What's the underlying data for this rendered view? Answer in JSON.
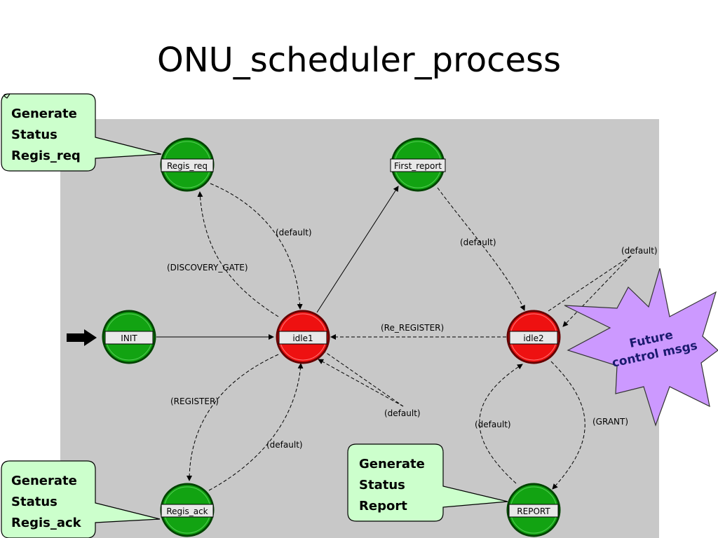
{
  "title": "ONU_scheduler_process",
  "states": {
    "regis_req": "Regis_req",
    "first_report": "First_report",
    "init": "INIT",
    "idle1": "idle1",
    "idle2": "idle2",
    "regis_ack": "Regis_ack",
    "report": "REPORT"
  },
  "transitions": {
    "default_regisreq_idle1": "(default)",
    "discovery_gate": "(DISCOVERY_GATE)",
    "default_first_idle2": "(default)",
    "default_idle2_self": "(default)",
    "re_register": "(Re_REGISTER)",
    "register": "(REGISTER)",
    "default_idle1_self": "(default)",
    "default_regisack_idle1": "(default)",
    "default_report_idle2": "(default)",
    "grant": "(GRANT)"
  },
  "callouts": {
    "regis_req": {
      "line1": "Generate",
      "line2": "Status",
      "line3": "Regis_req"
    },
    "regis_ack": {
      "line1": "Generate",
      "line2": "Status",
      "line3": "Regis_ack"
    },
    "report": {
      "line1": "Generate",
      "line2": "Status",
      "line3": "Report"
    }
  },
  "starburst": {
    "line1": "Future",
    "line2": "control msgs"
  },
  "colors": {
    "panel": "#c8c8c8",
    "state_green": "#12a312",
    "state_red": "#ee1111",
    "callout_fill": "#ccffcc",
    "starburst_fill": "#cc99ff",
    "starburst_text": "#1a1a6e"
  }
}
